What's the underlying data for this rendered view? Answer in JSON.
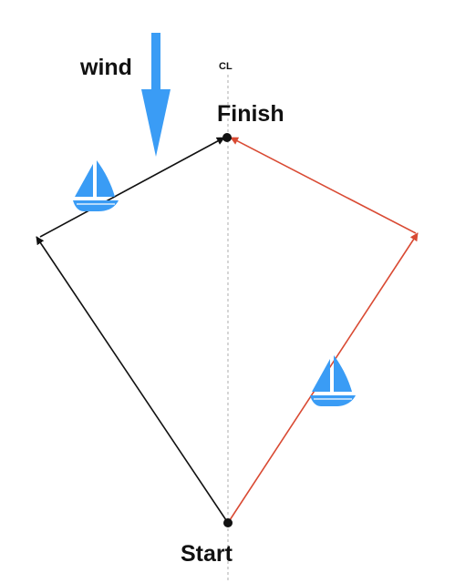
{
  "labels": {
    "wind": "wind",
    "centerline": "CL",
    "finish": "Finish",
    "start": "Start"
  },
  "icons": {
    "wind_arrow": "wind-direction-arrow-icon",
    "boat": "sailboat-icon"
  },
  "colors": {
    "port_course": "#111111",
    "starboard_course": "#d94a33",
    "wind_arrow": "#3a9cf5",
    "boat": "#3a9cf5",
    "centerline": "#bbbbbb"
  }
}
